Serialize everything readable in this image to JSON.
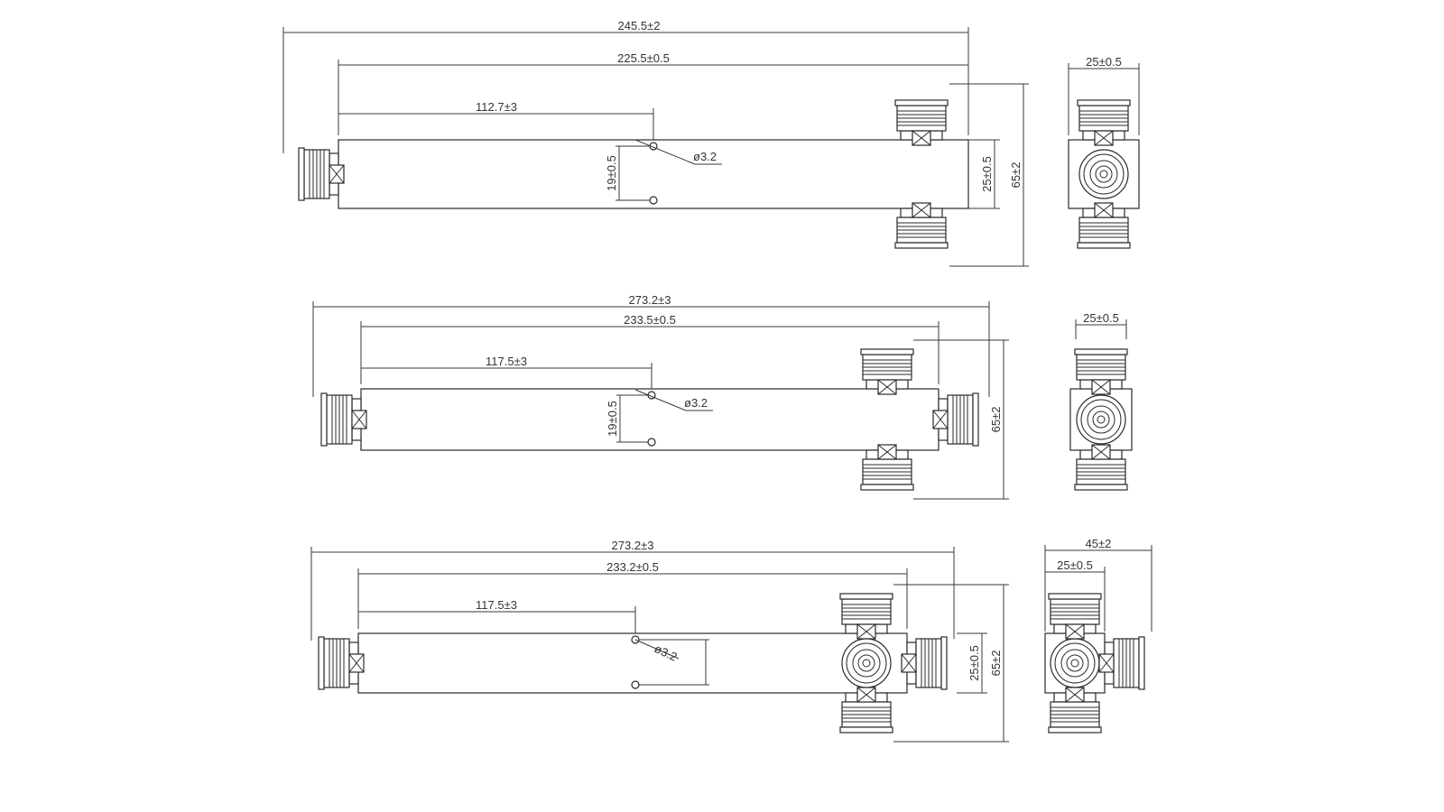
{
  "colors": {
    "line": "#2a2a2a",
    "text": "#333333",
    "background": "#ffffff"
  },
  "views": {
    "top": {
      "overall_length": "245.5±2",
      "body_length": "225.5±0.5",
      "hole_position": "112.7±3",
      "hole_spacing": "19±0.5",
      "hole_diameter": "ø3.2",
      "body_height": "25±0.5",
      "overall_height": "65±2",
      "end_width": "25±0.5"
    },
    "middle": {
      "overall_length": "273.2±3",
      "body_length": "233.5±0.5",
      "hole_position": "117.5±3",
      "hole_spacing": "19±0.5",
      "hole_diameter": "ø3.2",
      "overall_height": "65±2",
      "end_width": "25±0.5"
    },
    "bottom": {
      "overall_length": "273.2±3",
      "body_length": "233.2±0.5",
      "hole_position": "117.5±3",
      "hole_diameter": "ø3.2",
      "body_height": "25±0.5",
      "overall_height": "65±2",
      "end_width_overall": "45±2",
      "end_width": "25±0.5"
    }
  }
}
